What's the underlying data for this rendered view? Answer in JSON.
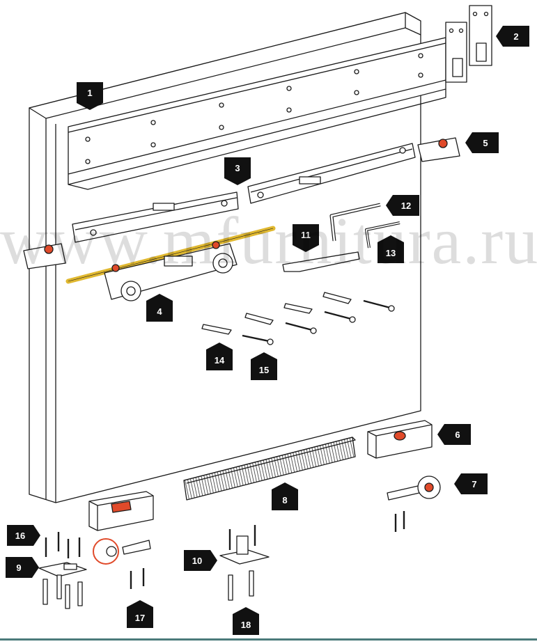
{
  "watermark": "www.mfurnitura.ru",
  "colors": {
    "rod": "#e0b830",
    "accent": "#e04a2a",
    "line": "#1a1a1a",
    "panel": "#ffffff",
    "label_bg": "#111111"
  },
  "labels": {
    "l1": "1",
    "l2": "2",
    "l3": "3",
    "l4": "4",
    "l5": "5",
    "l6": "6",
    "l7": "7",
    "l8": "8",
    "l9": "9",
    "l10": "10",
    "l11": "11",
    "l12": "12",
    "l13": "13",
    "l14": "14",
    "l15": "15",
    "l16": "16",
    "l17": "17",
    "l18": "18"
  }
}
